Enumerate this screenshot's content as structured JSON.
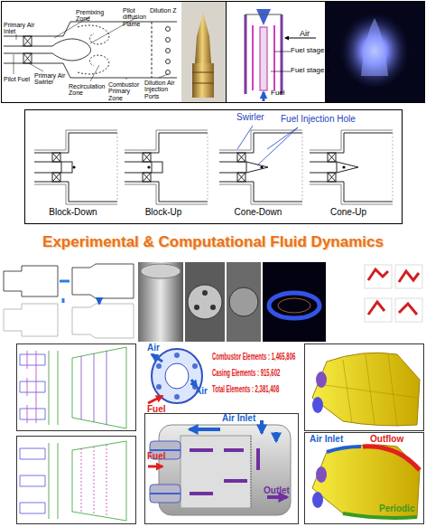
{
  "diagram": {
    "title": "Experimental & Computational Fluid Dynamics",
    "labels": [
      "Primary Air Inlet",
      "Premixing Zone",
      "Pilot diffusion Flame",
      "Dilution Z",
      "Pilot Fuel",
      "Primary Air Swirler",
      "Recirculation Zone",
      "Combustor Primary Zone",
      "Dilution Air Injection Ports",
      "Air",
      "Fuel stage 2",
      "Fuel stage 1",
      "Fuel",
      "Swirler",
      "Fuel Injection Hole",
      "Block-Down",
      "Block-Up",
      "Cone-Down",
      "Cone-Up",
      "Air",
      "Fuel",
      "Air",
      "Combustor Elements : 1,465,806",
      "Casing Elements : 915,602",
      "Total Elements : 2,381,408",
      "Air Inlet",
      "Fuel",
      "Outlet",
      "Air Inlet",
      "Outflow",
      "Periodic"
    ]
  }
}
